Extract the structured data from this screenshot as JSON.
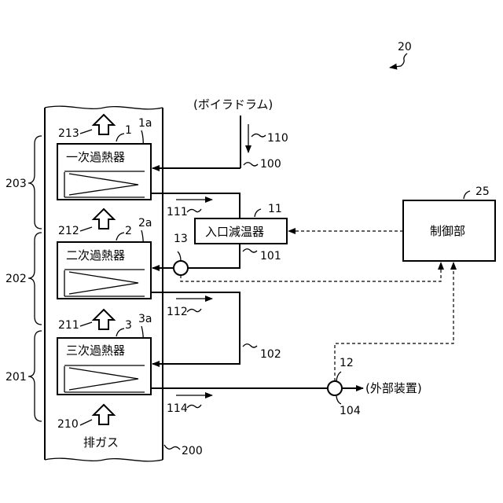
{
  "figure_number": "20",
  "furnace": {
    "ref": "200",
    "exhaust_label": "排ガス",
    "exhaust_ref": "210"
  },
  "boiler_drum_label": "(ボイラドラム)",
  "steam_inlet_ref": "110",
  "superheaters": [
    {
      "label": "一次過熱器",
      "ref": "1",
      "coil_ref": "1a",
      "arrow_ref": "213",
      "group_ref": "203"
    },
    {
      "label": "二次過熱器",
      "ref": "2",
      "coil_ref": "2a",
      "arrow_ref": "212",
      "group_ref": "202"
    },
    {
      "label": "三次過熱器",
      "ref": "3",
      "coil_ref": "3a",
      "arrow_ref": "211",
      "group_ref": "201"
    }
  ],
  "pipes": {
    "p100": "100",
    "p101": "101",
    "p102": "102",
    "p104": "104"
  },
  "flows": {
    "f111": "111",
    "f112": "112",
    "f114": "114"
  },
  "attemperator": {
    "label": "入口減温器",
    "ref": "11"
  },
  "controller": {
    "label": "制御部",
    "ref": "25"
  },
  "sensors": {
    "s13": "13",
    "s12": "12"
  },
  "external_label": "(外部装置)"
}
